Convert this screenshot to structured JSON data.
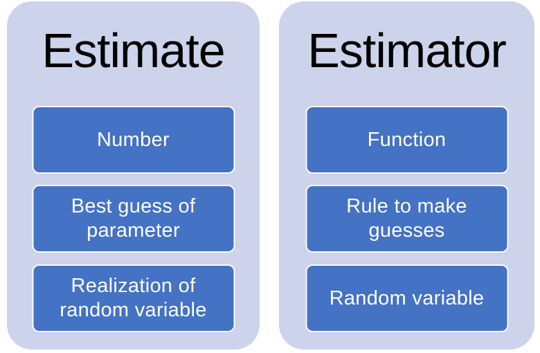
{
  "colors": {
    "page_background": "#ffffff",
    "card_background": "#ccd3ea",
    "box_background": "#4472c4",
    "box_border": "#fbfcfe",
    "title_text": "#000000",
    "box_text": "#ffffff"
  },
  "cards": [
    {
      "title": "Estimate",
      "items": [
        {
          "lines": [
            "Number"
          ]
        },
        {
          "lines": [
            "Best guess of",
            "parameter"
          ]
        },
        {
          "lines": [
            "Realization of",
            "random variable"
          ]
        }
      ]
    },
    {
      "title": "Estimator",
      "items": [
        {
          "lines": [
            "Function"
          ]
        },
        {
          "lines": [
            "Rule to make",
            "guesses"
          ]
        },
        {
          "lines": [
            "Random variable"
          ]
        }
      ]
    }
  ]
}
